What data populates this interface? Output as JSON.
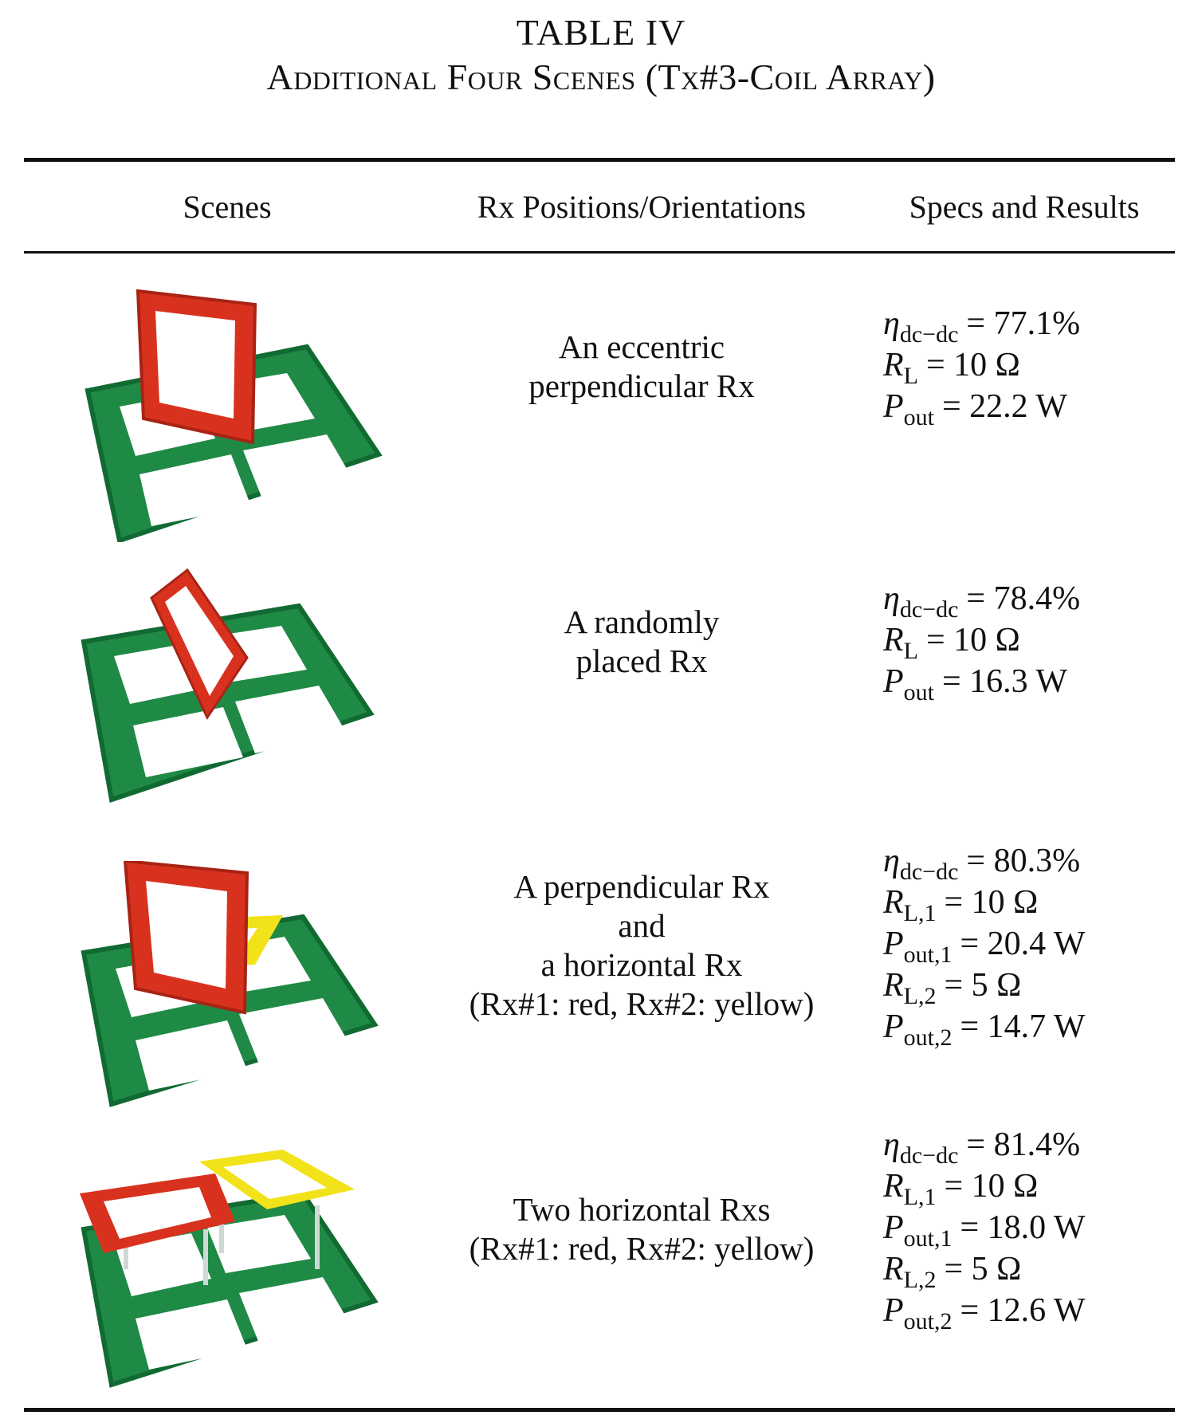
{
  "caption": {
    "label": "TABLE IV",
    "title": "Additional Four Scenes (Tx#3-Coil Array)"
  },
  "headers": {
    "scenes": "Scenes",
    "positions": "Rx Positions/Orientations",
    "specs": "Specs and Results"
  },
  "colors": {
    "board_green": "#1f8a45",
    "rx_red": "#d8321e",
    "rx_yellow": "#f1e21a"
  },
  "rows": [
    {
      "scene": "photo-eccentric-perpendicular-rx",
      "position_lines": [
        "An eccentric",
        "perpendicular Rx"
      ],
      "specs": [
        {
          "sym": "η",
          "sub": "dc−dc",
          "val": "= 77.1%"
        },
        {
          "sym": "R",
          "sub": "L",
          "val": "= 10 Ω"
        },
        {
          "sym": "P",
          "sub": "out",
          "val": "= 22.2 W"
        }
      ]
    },
    {
      "scene": "photo-randomly-placed-rx",
      "position_lines": [
        "A randomly",
        "placed Rx"
      ],
      "specs": [
        {
          "sym": "η",
          "sub": "dc−dc",
          "val": "= 78.4%"
        },
        {
          "sym": "R",
          "sub": "L",
          "val": "= 10 Ω"
        },
        {
          "sym": "P",
          "sub": "out",
          "val": "= 16.3 W"
        }
      ]
    },
    {
      "scene": "photo-perpendicular-and-horizontal-rx",
      "position_lines": [
        "A perpendicular Rx",
        "and",
        "a horizontal Rx",
        "(Rx#1: red, Rx#2: yellow)"
      ],
      "specs": [
        {
          "sym": "η",
          "sub": "dc−dc",
          "val": "= 80.3%"
        },
        {
          "sym": "R",
          "sub": "L,1",
          "val": "= 10 Ω"
        },
        {
          "sym": "P",
          "sub": "out,1",
          "val": "= 20.4 W"
        },
        {
          "sym": "R",
          "sub": "L,2",
          "val": "= 5 Ω"
        },
        {
          "sym": "P",
          "sub": "out,2",
          "val": "= 14.7 W"
        }
      ]
    },
    {
      "scene": "photo-two-horizontal-rxs",
      "position_lines": [
        "Two horizontal Rxs",
        "(Rx#1: red, Rx#2: yellow)"
      ],
      "specs": [
        {
          "sym": "η",
          "sub": "dc−dc",
          "val": "= 81.4%"
        },
        {
          "sym": "R",
          "sub": "L,1",
          "val": "= 10 Ω"
        },
        {
          "sym": "P",
          "sub": "out,1",
          "val": "= 18.0 W"
        },
        {
          "sym": "R",
          "sub": "L,2",
          "val": "= 5 Ω"
        },
        {
          "sym": "P",
          "sub": "out,2",
          "val": "= 12.6 W"
        }
      ]
    }
  ]
}
